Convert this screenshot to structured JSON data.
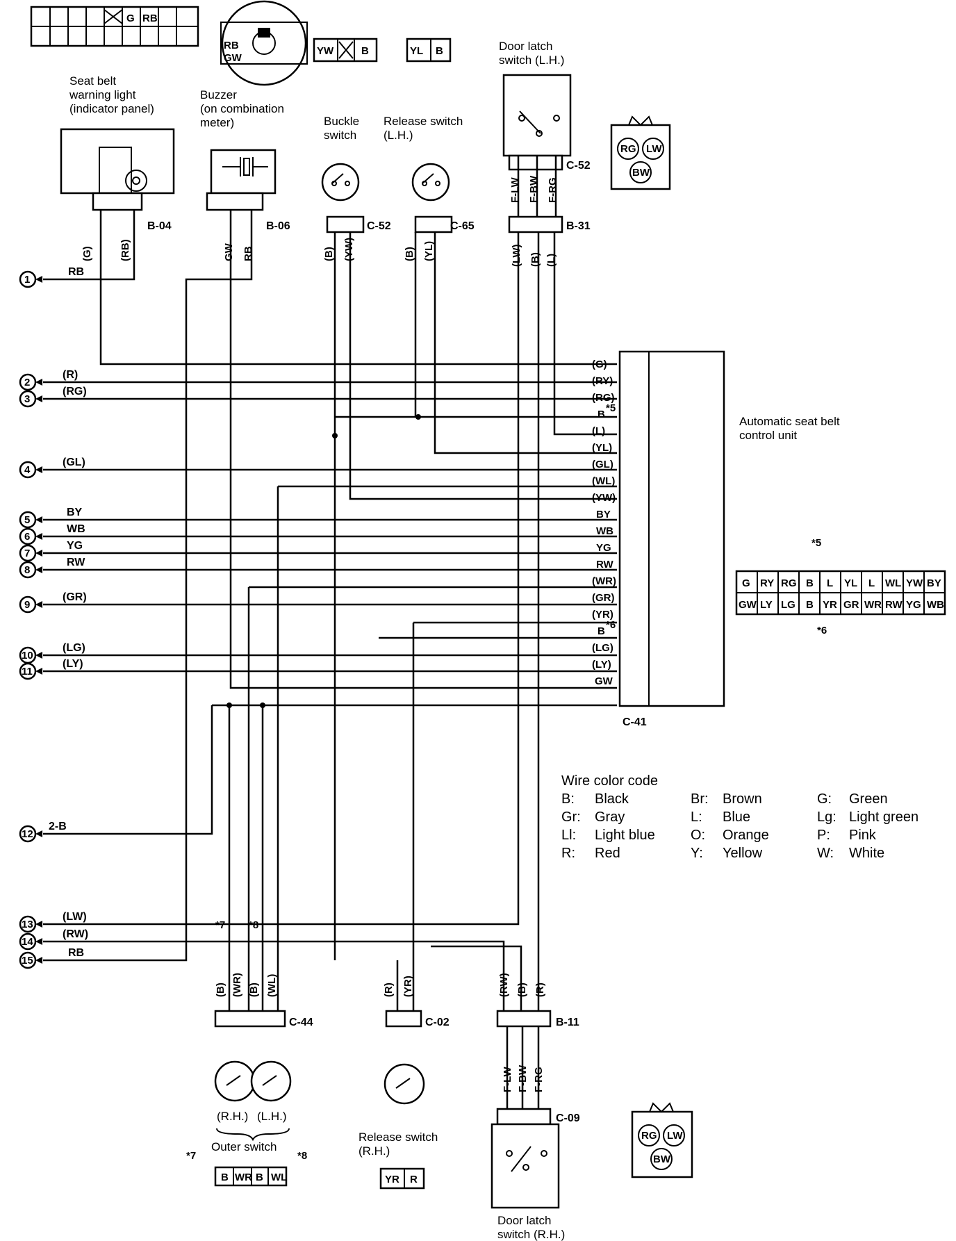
{
  "components": {
    "warning_light": {
      "title_lines": [
        "Seat belt",
        "warning light",
        "(indicator panel)"
      ],
      "connector": "B-04",
      "wires": [
        "(G)",
        "(RB)"
      ]
    },
    "buzzer": {
      "title_lines": [
        "Buzzer",
        "(on combination",
        "meter)"
      ],
      "connector": "B-06",
      "wires": [
        "GW",
        "RB"
      ]
    },
    "buckle_switch": {
      "title_lines": [
        "Buckle",
        "switch"
      ],
      "connector": "C-52",
      "wires": [
        "(B)",
        "(YW)"
      ]
    },
    "release_switch_lh": {
      "title_lines": [
        "Release switch",
        "(L.H.)"
      ],
      "connector": "C-65",
      "wires": [
        "(B)",
        "(YL)"
      ]
    },
    "door_latch_lh": {
      "title_lines": [
        "Door latch",
        "switch (L.H.)"
      ],
      "connector": "C-52",
      "lower_connector": "B-31",
      "upper_wires": [
        "F-LW",
        "F-BW",
        "F-RG"
      ],
      "wires": [
        "(LW)",
        "(B)",
        "(L)"
      ]
    },
    "control_unit": {
      "title_lines": [
        "Automatic seat belt",
        "control unit"
      ],
      "connector": "C-41",
      "pins": [
        "(G)",
        "(RY)",
        "(RG)",
        "B",
        "(L)",
        "(YL)",
        "(GL)",
        "(WL)",
        "(YW)",
        "BY",
        "WB",
        "YG",
        "RW",
        "(WR)",
        "(GR)",
        "(YR)",
        "B",
        "(LG)",
        "(LY)",
        "GW"
      ],
      "pin_notes": {
        "3": "*5",
        "16": "*6"
      }
    },
    "outer_switch": {
      "connector": "C-44",
      "wires": [
        "(B)",
        "(WR)",
        "(B)",
        "(WL)"
      ],
      "wire_notes": {
        "0": "*7",
        "2": "*8"
      },
      "sides": [
        "(R.H.)",
        "(L.H.)"
      ],
      "title": "Outer switch"
    },
    "release_switch_rh": {
      "title_lines": [
        "Release switch",
        "(R.H.)"
      ],
      "connector": "C-02",
      "wires": [
        "(R)",
        "(YR)"
      ]
    },
    "door_latch_rh": {
      "title_lines": [
        "Door latch",
        "switch (R.H.)"
      ],
      "connector": "B-11",
      "lower_connector": "C-09",
      "wires": [
        "(RW)",
        "(B)",
        "(R)"
      ],
      "lower_wires": [
        "F-LW",
        "F-BW",
        "F-RG"
      ]
    }
  },
  "connector_faces": {
    "top_left": {
      "row1": [
        "",
        "",
        "",
        "",
        "",
        "",
        "",
        "G",
        "RB"
      ],
      "row2": [
        "",
        "",
        "",
        "",
        "",
        "",
        "",
        "",
        ""
      ]
    },
    "round": {
      "pins": [
        "RB",
        "GW"
      ]
    },
    "c52_face": {
      "pins": [
        "YW",
        "B"
      ]
    },
    "c65_face": {
      "pins": [
        "YL",
        "B"
      ]
    },
    "latch_face_top": {
      "pins": [
        "RG",
        "LW",
        "BW"
      ]
    },
    "c41_face": {
      "row1": [
        "G",
        "RY",
        "RG",
        "B",
        "L",
        "YL",
        "L",
        "WL",
        "YW",
        "BY"
      ],
      "row2": [
        "GW",
        "LY",
        "LG",
        "B",
        "YR",
        "GR",
        "WR",
        "RW",
        "YG",
        "WB"
      ],
      "notes": [
        "*5",
        "*6"
      ]
    },
    "outer_face": {
      "pins": [
        "B",
        "WR",
        "B",
        "WL"
      ],
      "notes": [
        "*7",
        "*8"
      ]
    },
    "c02_face": {
      "pins": [
        "YR",
        "R"
      ]
    },
    "latch_face_bottom": {
      "pins": [
        "RG",
        "LW",
        "BW"
      ]
    }
  },
  "left_terminals": [
    {
      "num": "1",
      "label": "RB"
    },
    {
      "num": "2",
      "label": "(R)"
    },
    {
      "num": "3",
      "label": "(RG)"
    },
    {
      "num": "4",
      "label": "(GL)"
    },
    {
      "num": "5",
      "label": "BY"
    },
    {
      "num": "6",
      "label": "WB"
    },
    {
      "num": "7",
      "label": "YG"
    },
    {
      "num": "8",
      "label": "RW"
    },
    {
      "num": "9",
      "label": "(GR)"
    },
    {
      "num": "10",
      "label": "(LG)"
    },
    {
      "num": "11",
      "label": "(LY)"
    },
    {
      "num": "12",
      "label": "2-B"
    },
    {
      "num": "13",
      "label": "(LW)"
    },
    {
      "num": "14",
      "label": "(RW)"
    },
    {
      "num": "15",
      "label": "RB"
    }
  ],
  "legend": {
    "title": "Wire color code",
    "rows": [
      [
        "B:",
        "Black",
        "Br:",
        "Brown",
        "G:",
        "Green"
      ],
      [
        "Gr:",
        "Gray",
        "L:",
        "Blue",
        "Lg:",
        "Light green"
      ],
      [
        "Ll:",
        "Light blue",
        "O:",
        "Orange",
        "P:",
        "Pink"
      ],
      [
        "R:",
        "Red",
        "Y:",
        "Yellow",
        "W:",
        "White"
      ]
    ]
  }
}
